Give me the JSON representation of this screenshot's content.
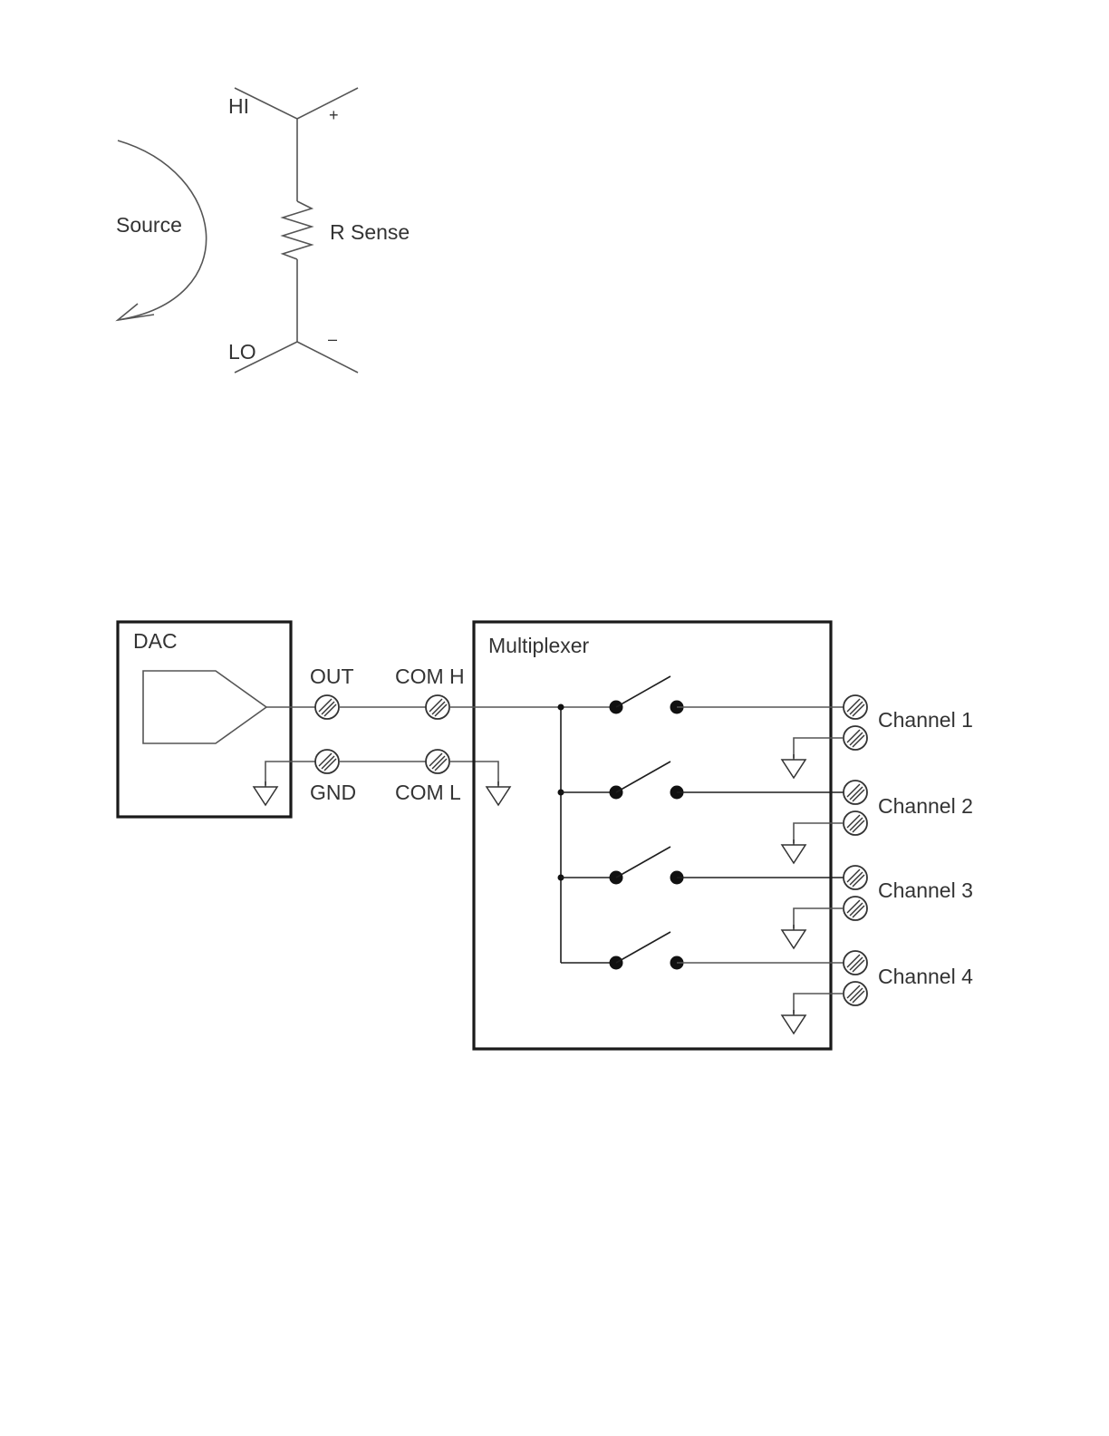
{
  "circuit1": {
    "hi_label": "HI",
    "plus_label": "+",
    "source_label": "Source",
    "rsense_label": "R Sense",
    "lo_label": "LO",
    "minus_label": "–"
  },
  "circuit2": {
    "dac_label": "DAC",
    "out_label": "OUT",
    "gnd_label": "GND",
    "com_h_label": "COM H",
    "com_l_label": "COM L",
    "mux_label": "Multiplexer",
    "channels": [
      {
        "label": "Channel 1"
      },
      {
        "label": "Channel 2"
      },
      {
        "label": "Channel 3"
      },
      {
        "label": "Channel 4"
      }
    ]
  }
}
